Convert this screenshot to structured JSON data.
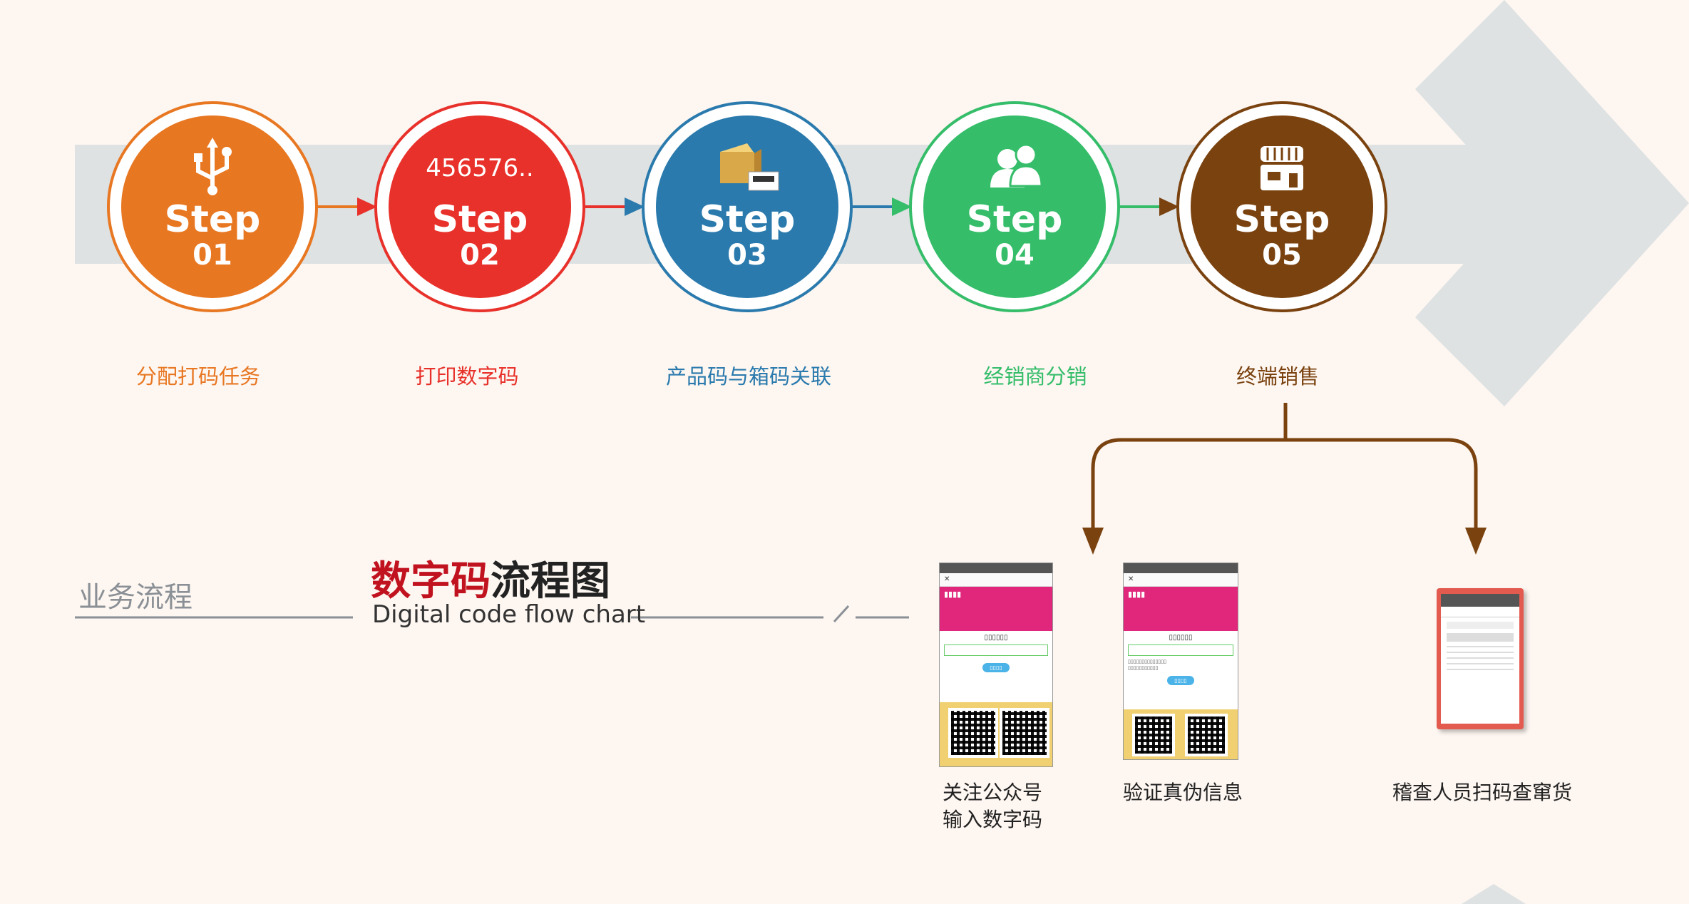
{
  "steps": [
    {
      "word": "Step",
      "num": "01",
      "title": "分配打码任务",
      "icon": "usb-icon",
      "color": "#e87722"
    },
    {
      "word": "Step",
      "num": "02",
      "title": "打印数字码",
      "icon": "digits-text",
      "icon_text": "456576..",
      "color": "#e8312a"
    },
    {
      "word": "Step",
      "num": "03",
      "title": "产品码与箱码关联",
      "icon": "box-label-icon",
      "color": "#2a7aad"
    },
    {
      "word": "Step",
      "num": "04",
      "title": "经销商分销",
      "icon": "users-icon",
      "color": "#35bd6a"
    },
    {
      "word": "Step",
      "num": "05",
      "title": "终端销售",
      "icon": "store-icon",
      "color": "#7a420f"
    }
  ],
  "section": {
    "label": "业务流程",
    "title_red": "数字码",
    "title_dark": "流程图",
    "title_en": "Digital code flow chart"
  },
  "branches": [
    {
      "caption_line1": "关注公众号",
      "caption_line2": "输入数字码"
    },
    {
      "caption_line1": "验证真伪信息"
    },
    {
      "caption_line1": "稽查人员扫码查窜货"
    }
  ],
  "colors": {
    "band": "#dee2e3",
    "arrow_branch": "#7a420f",
    "background": "#fdf6f1"
  }
}
